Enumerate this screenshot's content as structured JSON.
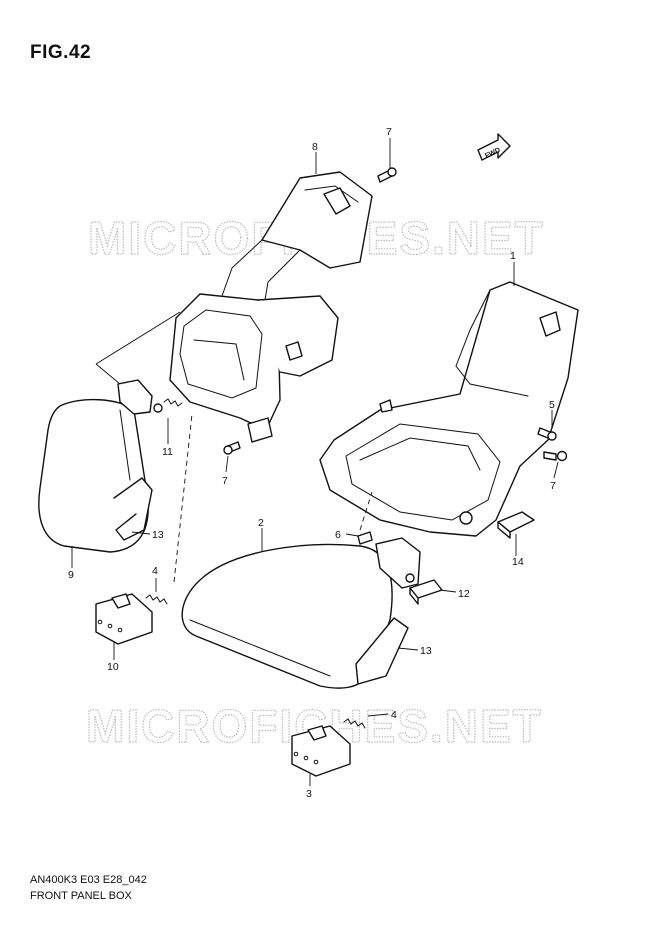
{
  "figure": {
    "title": "FIG.42",
    "code": "AN400K3 E03 E28_042",
    "name": "FRONT PANEL BOX"
  },
  "watermark": {
    "text": "MICROFICHES.NET",
    "color": "#bdbdbd"
  },
  "fwd_label": "FWD",
  "callouts": {
    "c1": "1",
    "c2": "2",
    "c3": "3",
    "c4a": "4",
    "c4b": "4",
    "c5": "5",
    "c6": "6",
    "c7a": "7",
    "c7b": "7",
    "c7c": "7",
    "c8": "8",
    "c9": "9",
    "c10": "10",
    "c11": "11",
    "c12": "12",
    "c13a": "13",
    "c13b": "13",
    "c14": "14"
  }
}
